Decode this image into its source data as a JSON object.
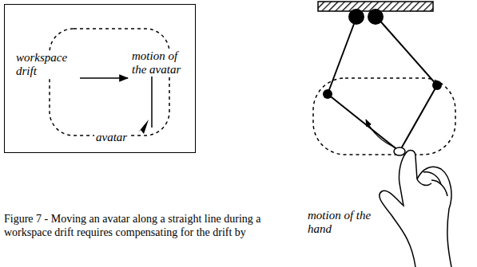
{
  "diagram": {
    "caption": "Figure 7 - Moving an avatar along a straight line during a workspace drift requires compensating for the drift by",
    "nodes": [
      {
        "text": [
          "workspace drift",
          "motion of the avatar",
          "avatar"
        ]
      }
    ],
    "edges": [],
    "labels": [
      "motion of the hand"
    ]
  }
}
